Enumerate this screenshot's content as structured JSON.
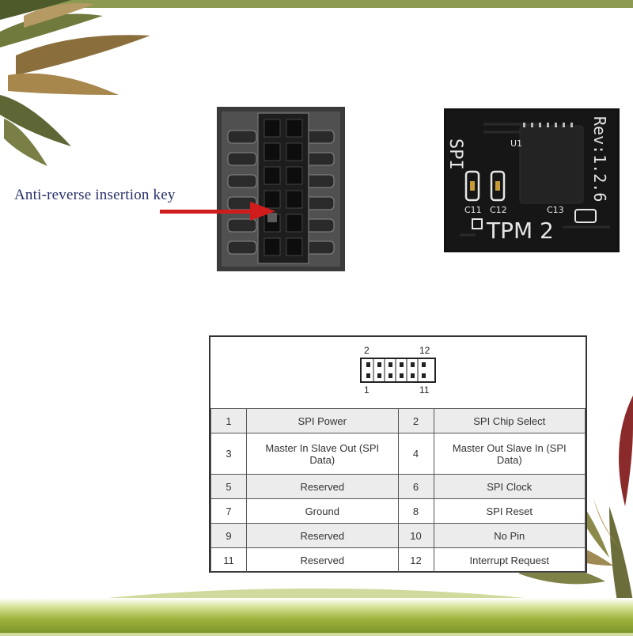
{
  "callout": {
    "label": "Anti-reverse insertion key"
  },
  "chip_silkscreen": {
    "spi": "SPI",
    "rev": "Rev:1.2.6",
    "u1": "U1",
    "c11": "C11",
    "c12": "C12",
    "c13": "C13",
    "tpm": "TPM 2"
  },
  "header_diagram": {
    "top_left": "2",
    "top_right": "12",
    "bottom_left": "1",
    "bottom_right": "11"
  },
  "pin_table": {
    "rows": [
      {
        "pin_a": "1",
        "signal_a": "SPI Power",
        "pin_b": "2",
        "signal_b": "SPI Chip Select"
      },
      {
        "pin_a": "3",
        "signal_a": "Master In Slave Out (SPI Data)",
        "pin_b": "4",
        "signal_b": "Master Out Slave In (SPI Data)"
      },
      {
        "pin_a": "5",
        "signal_a": "Reserved",
        "pin_b": "6",
        "signal_b": "SPI Clock"
      },
      {
        "pin_a": "7",
        "signal_a": "Ground",
        "pin_b": "8",
        "signal_b": "SPI Reset"
      },
      {
        "pin_a": "9",
        "signal_a": "Reserved",
        "pin_b": "10",
        "signal_b": "No Pin"
      },
      {
        "pin_a": "11",
        "signal_a": "Reserved",
        "pin_b": "12",
        "signal_b": "Interrupt Request"
      }
    ]
  },
  "colors": {
    "frame_green": "#8c9a52",
    "arrow_red": "#d01c1c",
    "label_blue": "#27306a",
    "pcb_black": "#161616"
  }
}
